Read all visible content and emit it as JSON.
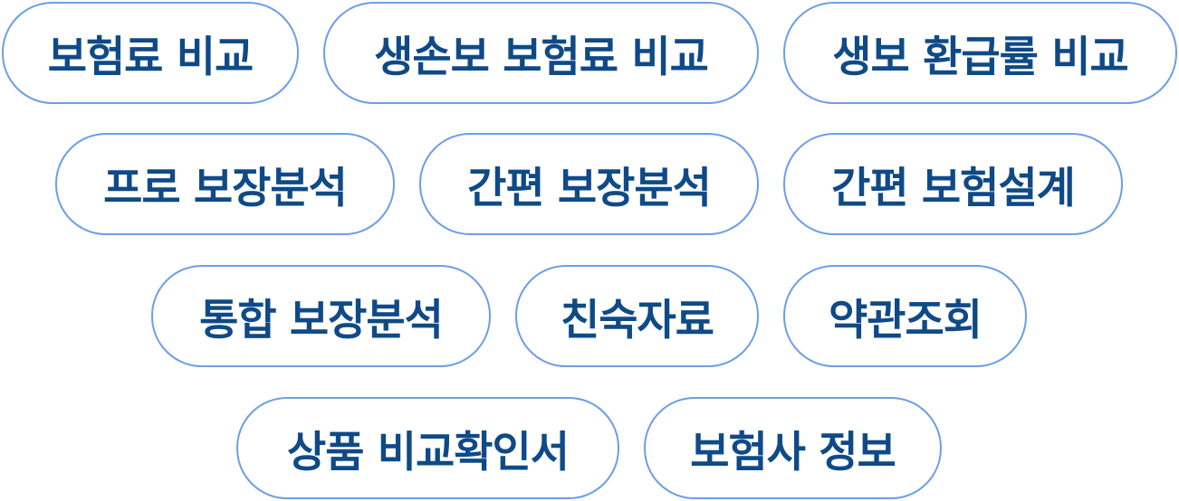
{
  "menu": {
    "items": [
      {
        "label": "보험료 비교"
      },
      {
        "label": "생손보 보험료 비교"
      },
      {
        "label": "생보 환급률 비교"
      },
      {
        "label": "프로 보장분석"
      },
      {
        "label": "간편 보장분석"
      },
      {
        "label": "간편 보험설계"
      },
      {
        "label": "통합 보장분석"
      },
      {
        "label": "친숙자료"
      },
      {
        "label": "약관조회"
      },
      {
        "label": "상품 비교확인서"
      },
      {
        "label": "보험사 정보"
      }
    ]
  },
  "colors": {
    "border": "#6b9fe6",
    "text": "#0f4a87",
    "background": "#ffffff"
  }
}
